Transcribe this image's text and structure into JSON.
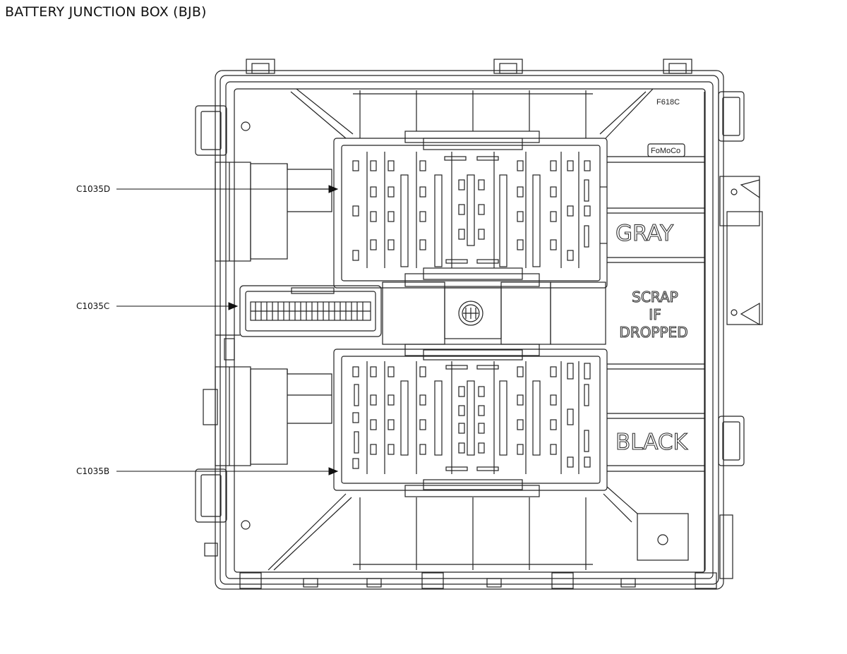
{
  "title": "BATTERY JUNCTION BOX (BJB)",
  "part_number": "F618C",
  "logo_text": "FoMoCo",
  "callouts": [
    {
      "label": "C1035D"
    },
    {
      "label": "C1035C"
    },
    {
      "label": "C1035B"
    }
  ],
  "embossed": {
    "gray": "GRAY",
    "scrap_line1": "SCRAP",
    "scrap_line2": "IF",
    "scrap_line3": "DROPPED",
    "black": "BLACK"
  }
}
